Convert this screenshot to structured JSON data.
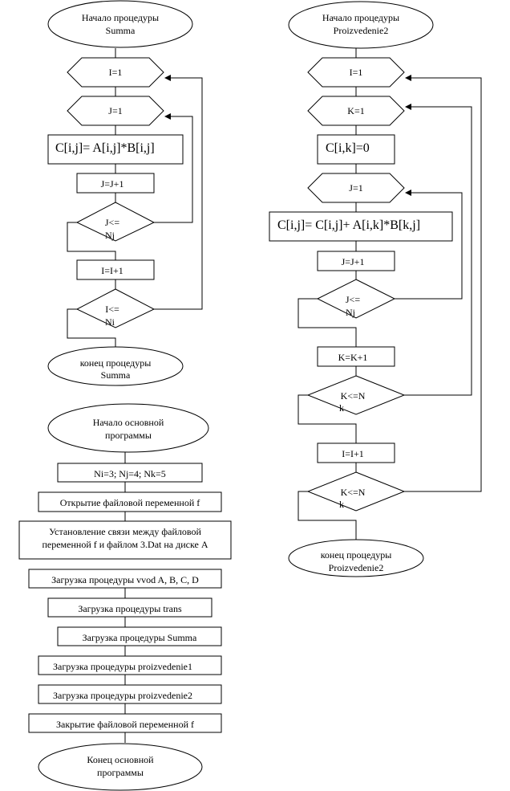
{
  "summa": {
    "start": [
      "Начало процедуры",
      "Summa"
    ],
    "i_init": "I=1",
    "j_init": "J=1",
    "assign": "C[i,j]= A[i,j]*B[i,j]",
    "j_inc": "J=J+1",
    "j_cond": [
      "J<=",
      "Nj"
    ],
    "i_inc": "I=I+1",
    "i_cond": [
      "I<=",
      "Ni"
    ],
    "end": [
      "конец процедуры",
      "Summa"
    ]
  },
  "main": {
    "start": [
      "Начало основной",
      "программы"
    ],
    "init": "Ni=3; Nj=4; Nk=5",
    "open": "Открытие файловой переменной f",
    "assign": [
      "Установление связи между файловой",
      "переменной f и файлом 3.Dat на диске A"
    ],
    "load_vvod": "Загрузка процедуры vvod A, B, C, D",
    "load_trans": "Загрузка процедуры trans",
    "load_summa": "Загрузка процедуры Summa",
    "load_p1": "Загрузка процедуры proizvedenie1",
    "load_p2": "Загрузка процедуры proizvedenie2",
    "close": "Закрытие файловой переменной f",
    "end": [
      "Конец основной",
      "программы"
    ]
  },
  "proizv2": {
    "start": [
      "Начало процедуры",
      "Proizvedenie2"
    ],
    "i_init": "I=1",
    "k_init": "K=1",
    "zero": "C[i,k]=0",
    "j_init": "J=1",
    "accum": "C[i,j]= C[i,j]+ A[i,k]*B[k,j]",
    "j_inc": "J=J+1",
    "j_cond": [
      "J<=",
      "Nj"
    ],
    "k_inc": "K=K+1",
    "k_cond": [
      "K<=N",
      "k"
    ],
    "i_inc": "I=I+1",
    "i_cond": [
      "K<=N",
      "k"
    ],
    "end": [
      "конец процедуры",
      "Proizvedenie2"
    ]
  }
}
